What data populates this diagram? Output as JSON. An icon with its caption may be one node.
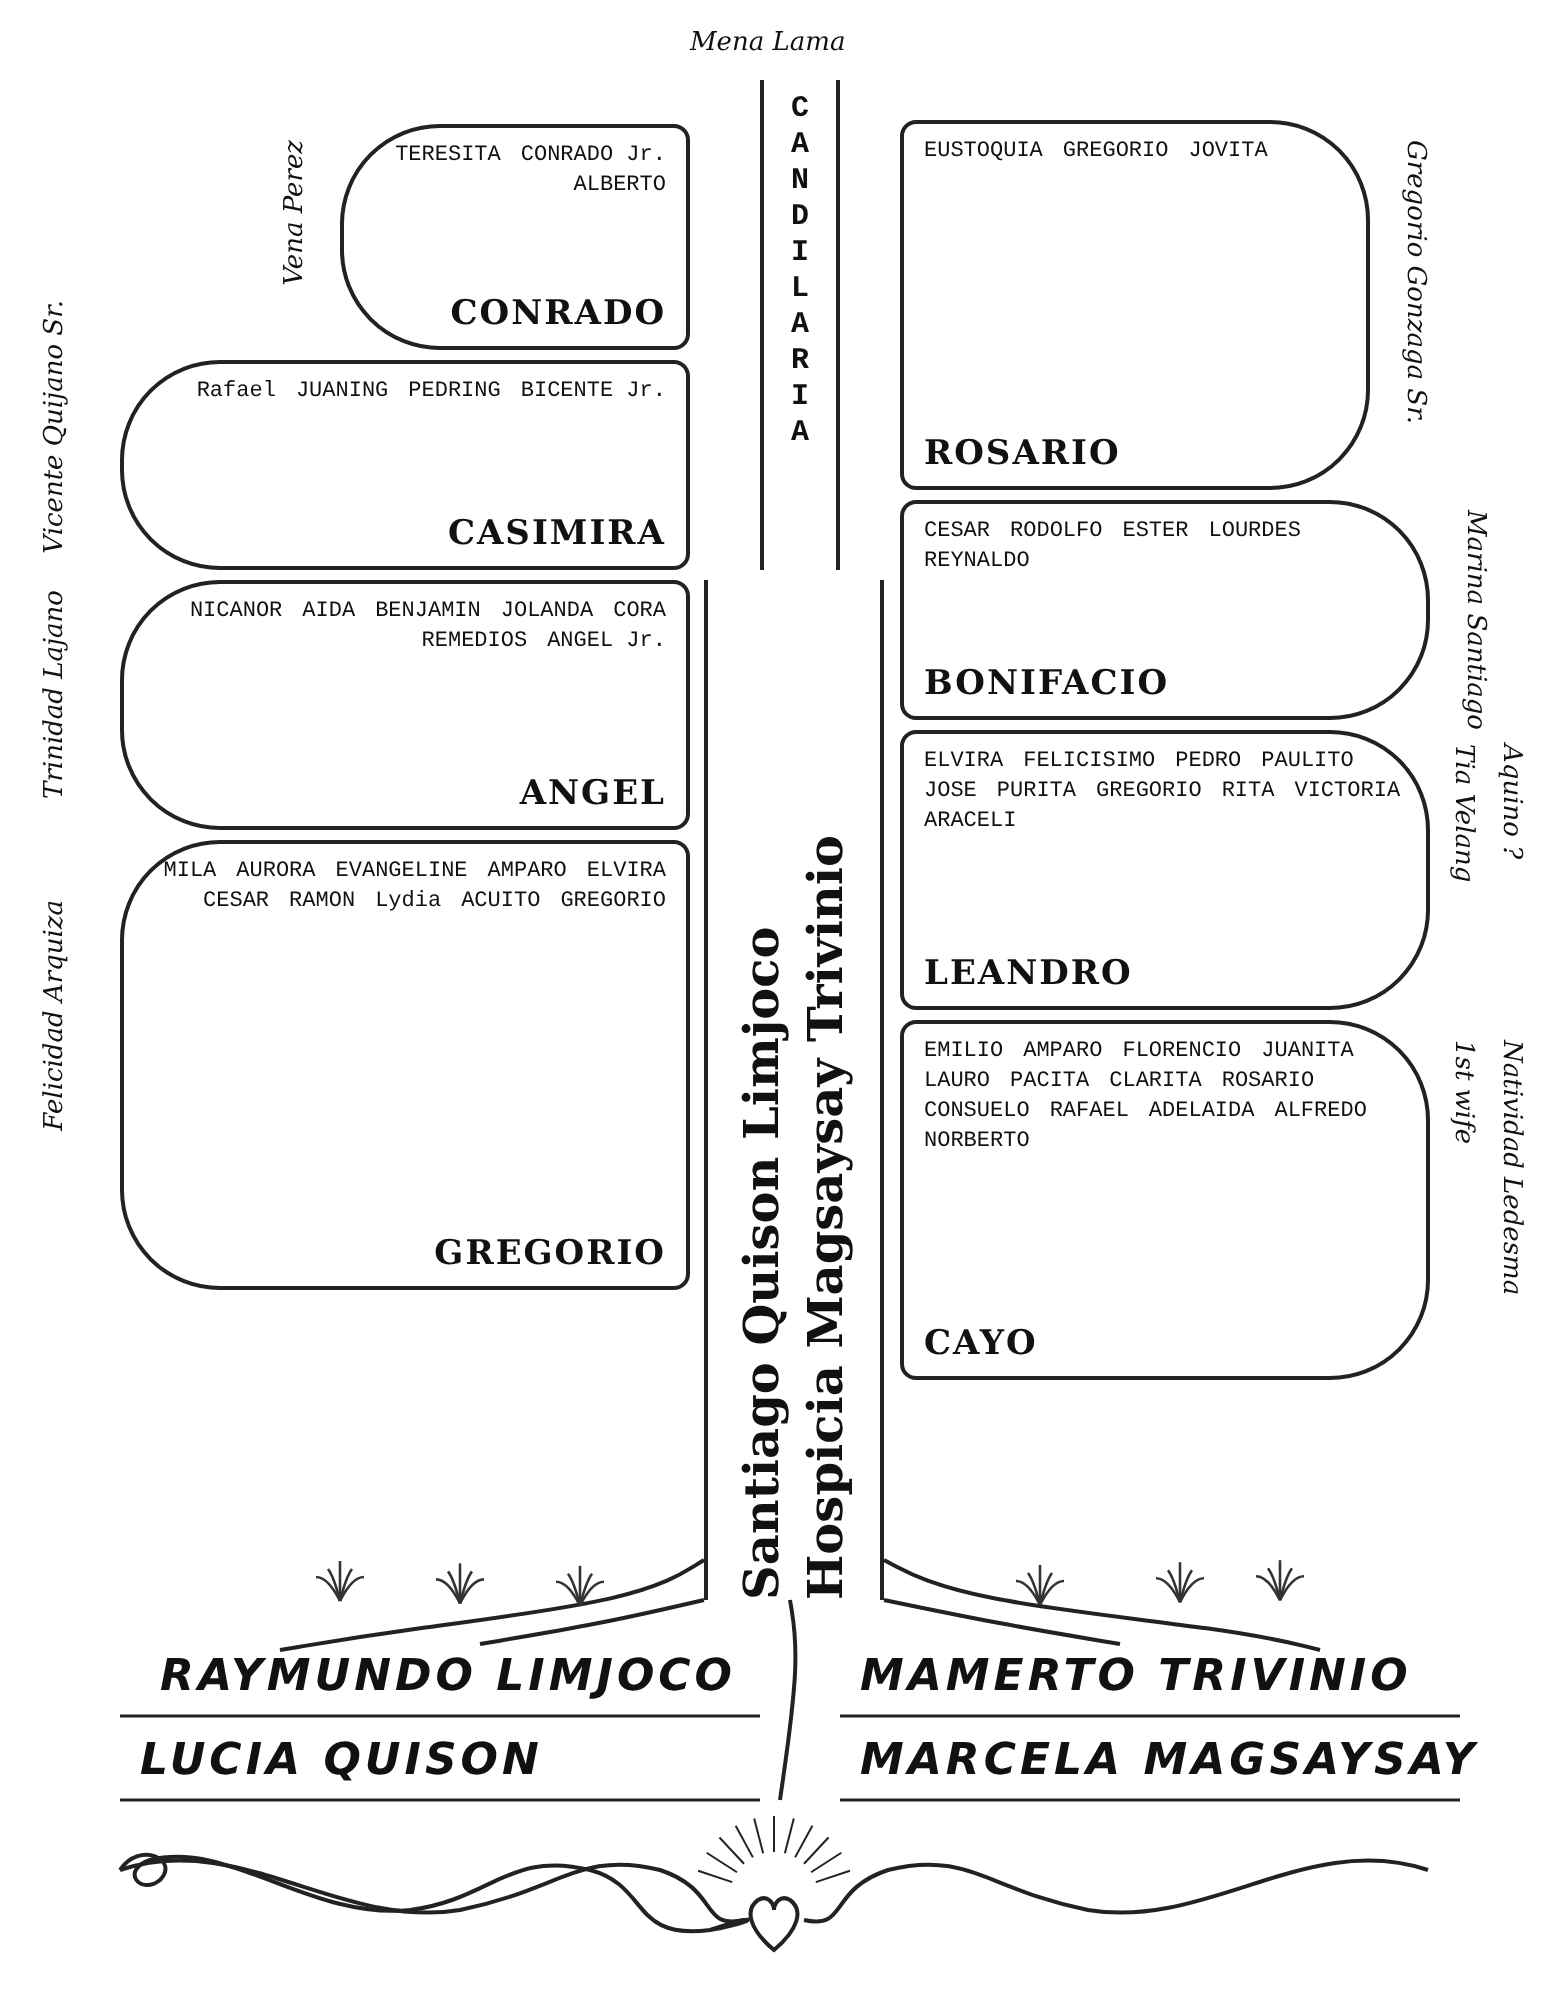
{
  "diagram": {
    "nodes": [
      {
        "text": [
          "Santiago Quison Limjoco",
          "Hospicia Magsaysay Trivinio"
        ]
      },
      {
        "text": [
          "CANDILARIA"
        ],
        "beside": [
          "Mena Lama"
        ]
      },
      {
        "text": [
          "CONRADO",
          "TERESITA",
          "CONRADO Jr.",
          "ALBERTO"
        ],
        "beside": [
          "Vena Perez"
        ]
      },
      {
        "text": [
          "CASIMIRA",
          "Rafael",
          "JUANING",
          "PEDRING",
          "BICENTE Jr."
        ],
        "beside": [
          "Vicente Quijano Sr."
        ]
      },
      {
        "text": [
          "ANGEL",
          "NICANOR",
          "AIDA",
          "BENJAMIN",
          "JOLANDA",
          "CORA",
          "REMEDIOS",
          "ANGEL Jr."
        ],
        "beside": [
          "Trinidad Lajano"
        ]
      },
      {
        "text": [
          "GREGORIO",
          "MILA",
          "AURORA",
          "EVANGELINE",
          "AMPARO",
          "ELVIRA",
          "CESAR",
          "RAMON",
          "Lydia",
          "ACUITO",
          "GREGORIO"
        ],
        "beside": [
          "Felicidad Arquiza"
        ]
      },
      {
        "text": [
          "ROSARIO",
          "EUSTOQUIA",
          "GREGORIO",
          "JOVITA"
        ],
        "beside": [
          "Gregorio Gonzaga Sr."
        ]
      },
      {
        "text": [
          "BONIFACIO",
          "CESAR",
          "RODOLFO",
          "ESTER",
          "LOURDES",
          "REYNALDO"
        ],
        "beside": [
          "Marina Santiago"
        ]
      },
      {
        "text": [
          "LEANDRO",
          "ELVIRA",
          "FELICISIMO",
          "PEDRO",
          "PAULITO",
          "JOSE",
          "PURITA",
          "GREGORIO",
          "RITA",
          "VICTORIA",
          "ARACELI"
        ],
        "beside": [
          "Tia Velang",
          "Aquino ?"
        ]
      },
      {
        "text": [
          "CAYO",
          "EMILIO",
          "AMPARO",
          "FLORENCIO",
          "JUANITA",
          "LAURO",
          "PACITA",
          "CLARITA",
          "ROSARIO",
          "CONSUELO",
          "RAFAEL",
          "ADELAIDA",
          "ALFREDO",
          "NORBERTO"
        ],
        "beside": [
          "1st wife",
          "Natividad Ledesma"
        ]
      }
    ],
    "labels": [
      "RAYMUNDO LIMJOCO",
      "MAMERTO TRIVINIO",
      "LUCIA QUISON",
      "MARCELA MAGSAYSAY"
    ]
  }
}
